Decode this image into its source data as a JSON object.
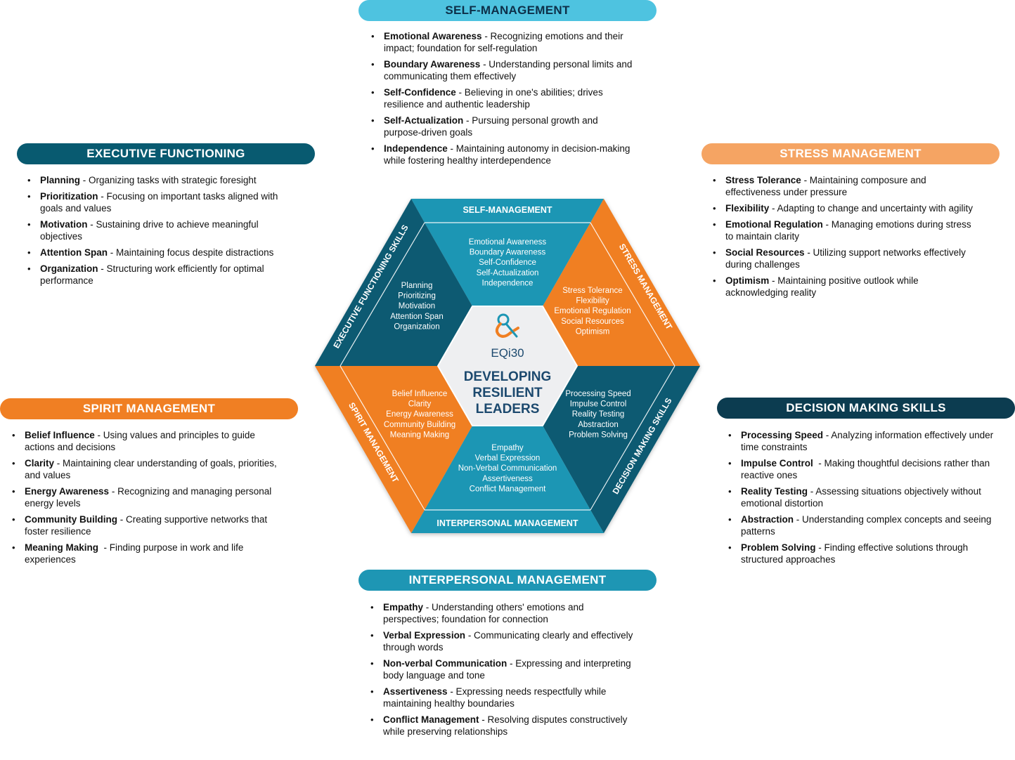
{
  "colors": {
    "self": "#4ec3e0",
    "self_dark": "#1e96b4",
    "executive": "#085a70",
    "stress": "#f5a463",
    "stress_hex": "#f07f23",
    "decision": "#0c3c50",
    "decision_hex": "#0b5a72",
    "spirit": "#f07f23",
    "interpersonal": "#1e96b4",
    "center_text": "#1c4a6e"
  },
  "center": {
    "logo_icon": "ampersand-logo",
    "brand": "EQi30",
    "title_lines": [
      "DEVELOPING",
      "RESILIENT",
      "LEADERS"
    ]
  },
  "hexagon": {
    "band_labels": {
      "self": "SELF-MANAGEMENT",
      "stress": "STRESS  MANAGEMENT",
      "decision": "DECISION MAKING SKILLS",
      "interpersonal": "INTERPERSONAL MANAGEMENT",
      "spirit": "SPIRIT MANAGEMENT",
      "executive": "EXECUTIVE FUNCTIONING SKILLS"
    },
    "segments": {
      "self": [
        "Emotional Awareness",
        "Boundary Awareness",
        "Self-Confidence",
        "Self-Actualization",
        "Independence"
      ],
      "stress": [
        "Stress Tolerance",
        "Flexibility",
        "Emotional Regulation",
        "Social Resources",
        "Optimism"
      ],
      "decision": [
        "Processing Speed",
        "Impulse Control",
        "Reality Testing",
        "Abstraction",
        "Problem Solving"
      ],
      "interpersonal": [
        "Empathy",
        "Verbal Expression",
        "Non-Verbal Communication",
        "Assertiveness",
        "Conflict Management"
      ],
      "spirit": [
        "Belief Influence",
        "Clarity",
        "Energy Awareness",
        "Community Building",
        "Meaning Making"
      ],
      "executive": [
        "Planning",
        "Prioritizing",
        "Motivation",
        "Attention Span",
        "Organization"
      ]
    }
  },
  "panels": {
    "self": {
      "title": "SELF-MANAGEMENT",
      "items": [
        {
          "term": "Emotional Awareness",
          "desc": " - Recognizing emotions and their impact; foundation for self-regulation"
        },
        {
          "term": "Boundary Awareness",
          "desc": " - Understanding personal limits and communicating them effectively"
        },
        {
          "term": "Self-Confidence",
          "desc": " - Believing in one's abilities; drives resilience and authentic leadership"
        },
        {
          "term": "Self-Actualization",
          "desc": " - Pursuing personal growth and purpose-driven goals"
        },
        {
          "term": "Independence",
          "desc": " - Maintaining autonomy in decision-making while fostering healthy interdependence"
        }
      ]
    },
    "executive": {
      "title": "EXECUTIVE FUNCTIONING",
      "items": [
        {
          "term": "Planning",
          "desc": " - Organizing tasks with strategic foresight"
        },
        {
          "term": "Prioritization",
          "desc": " - Focusing on important tasks aligned with goals and values"
        },
        {
          "term": "Motivation",
          "desc": " - Sustaining drive to achieve meaningful objectives"
        },
        {
          "term": "Attention Span",
          "desc": " - Maintaining focus despite distractions"
        },
        {
          "term": "Organization",
          "desc": " - Structuring work efficiently for optimal performance"
        }
      ]
    },
    "stress": {
      "title": "STRESS MANAGEMENT",
      "items": [
        {
          "term": "Stress Tolerance",
          "desc": " - Maintaining composure and effectiveness under pressure"
        },
        {
          "term": "Flexibility",
          "desc": " - Adapting to change and uncertainty with agility"
        },
        {
          "term": "Emotional Regulation",
          "desc": " - Managing emotions during stress to maintain clarity"
        },
        {
          "term": "Social Resources",
          "desc": " - Utilizing support networks effectively during challenges"
        },
        {
          "term": "Optimism",
          "desc": " - Maintaining positive outlook while acknowledging reality"
        }
      ]
    },
    "spirit": {
      "title": "SPIRIT MANAGEMENT",
      "items": [
        {
          "term": "Belief Influence",
          "desc": " - Using values and principles to guide actions and decisions"
        },
        {
          "term": "Clarity",
          "desc": " - Maintaining clear understanding of goals, priorities, and values"
        },
        {
          "term": "Energy Awareness",
          "desc": " - Recognizing and managing personal energy levels"
        },
        {
          "term": "Community Building",
          "desc": " - Creating supportive networks that foster resilience"
        },
        {
          "term": "Meaning Making",
          "desc": "  - Finding purpose in work and life experiences"
        }
      ]
    },
    "decision": {
      "title": "DECISION MAKING SKILLS",
      "items": [
        {
          "term": "Processing Speed",
          "desc": " - Analyzing information effectively under time constraints"
        },
        {
          "term": "Impulse Control",
          "desc": "  - Making thoughtful decisions rather than reactive ones"
        },
        {
          "term": "Reality Testing",
          "desc": " - Assessing situations objectively without emotional distortion"
        },
        {
          "term": "Abstraction",
          "desc": " - Understanding complex concepts and seeing patterns"
        },
        {
          "term": "Problem Solving",
          "desc": " - Finding effective solutions through structured approaches"
        }
      ]
    },
    "interpersonal": {
      "title": "INTERPERSONAL MANAGEMENT",
      "items": [
        {
          "term": "Empathy",
          "desc": " - Understanding others' emotions and perspectives; foundation for connection"
        },
        {
          "term": "Verbal Expression",
          "desc": " - Communicating clearly and effectively through words"
        },
        {
          "term": "Non-verbal Communication",
          "desc": " - Expressing and interpreting body language and tone"
        },
        {
          "term": "Assertiveness",
          "desc": " - Expressing needs respectfully while maintaining healthy boundaries"
        },
        {
          "term": "Conflict Management",
          "desc": " - Resolving disputes constructively while preserving relationships"
        }
      ]
    }
  }
}
